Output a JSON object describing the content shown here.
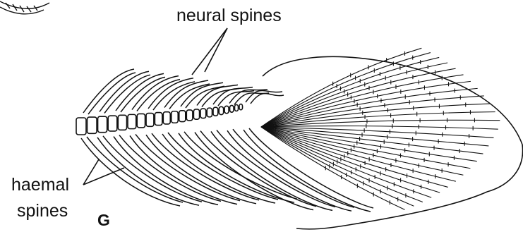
{
  "labels": {
    "neural_spines": "neural spines",
    "haemal_line1": "haemal",
    "haemal_line2": "spines",
    "figure_letter": "G"
  },
  "colors": {
    "ink": "#111111",
    "paper": "#ffffff"
  }
}
